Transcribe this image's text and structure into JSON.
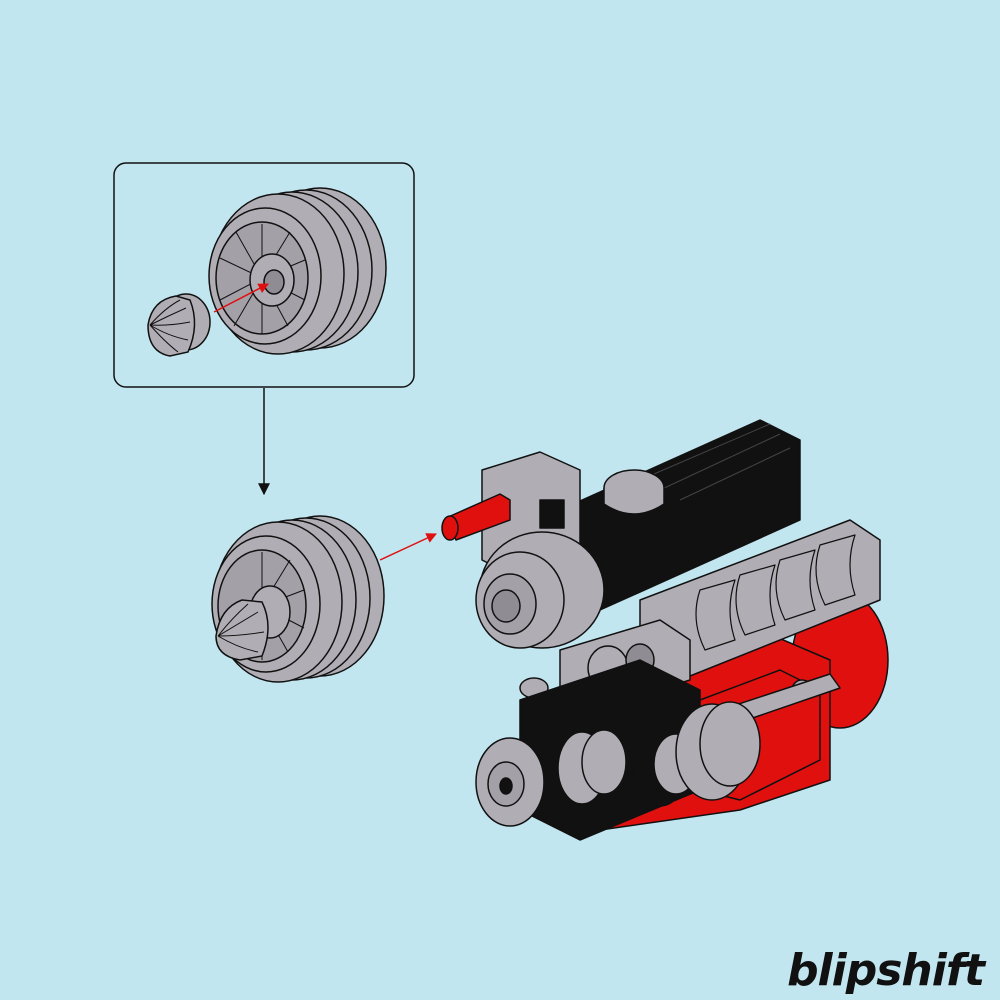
{
  "colors": {
    "background": "#c2e6f0",
    "part_gray": "#b0aeb4",
    "part_gray_dark": "#8f8d93",
    "part_black": "#111111",
    "part_red": "#e0100f",
    "outline": "#111111",
    "arrow_red": "#e01010"
  },
  "logo": {
    "text": "blipshift"
  },
  "icons": {
    "inset": "wheel-with-hubcap-assembly",
    "step_arrow": "down-arrow",
    "attach_arrow": "red-arrow",
    "model": "engine-model"
  }
}
